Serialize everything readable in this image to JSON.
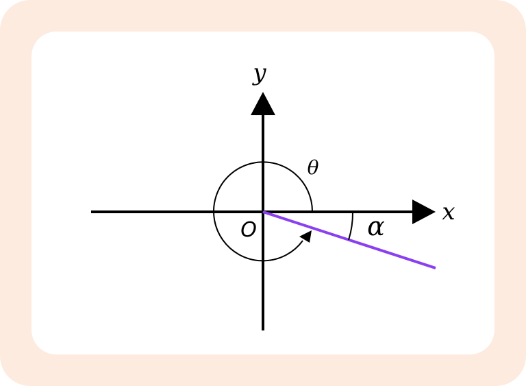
{
  "diagram": {
    "labels": {
      "y_axis": "y",
      "x_axis": "x",
      "origin": "O",
      "theta": "θ",
      "alpha": "α"
    },
    "colors": {
      "frame": "#fdebdf",
      "axis": "#000000",
      "terminal_side": "#8a3ff0"
    }
  }
}
